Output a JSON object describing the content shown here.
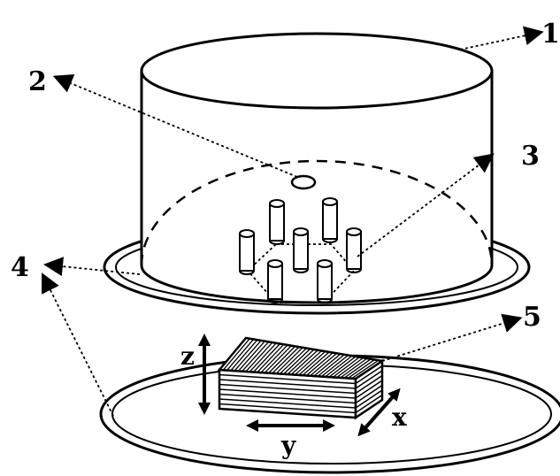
{
  "labels": {
    "one": "1",
    "two": "2",
    "three": "3",
    "four": "4",
    "five": "5"
  },
  "axes": {
    "x": "x",
    "y": "y",
    "z": "z"
  }
}
